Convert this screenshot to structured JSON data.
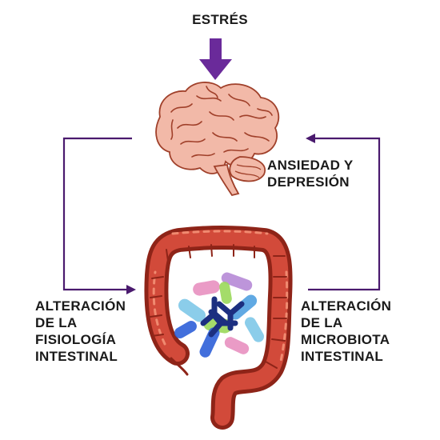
{
  "labels": {
    "stress": "ESTRÉS",
    "anxiety": [
      "ANSIEDAD Y",
      "DEPRESIÓN"
    ],
    "gut_physiology": [
      "ALTERACIÓN",
      "DE LA",
      "FISIOLOGÍA",
      "INTESTINAL"
    ],
    "gut_microbiota": [
      "ALTERACIÓN",
      "DE LA",
      "MICROBIOTA",
      "INTESTINAL"
    ]
  },
  "colors": {
    "arrow": "#4a1a6e",
    "stress_arrow": "#6a2a9a",
    "brain_fill": "#f2b9a8",
    "brain_line": "#a0402a",
    "intestine_fill": "#d24a3a",
    "intestine_dark": "#8e2418",
    "intestine_highlight": "#f08a70",
    "bacteria": [
      "#2e5fd8",
      "#1c2f80",
      "#b68ad6",
      "#e890c0",
      "#7ec8e8",
      "#9ad85a",
      "#4fa0e0"
    ]
  },
  "icons": {
    "stress_arrow": "down-arrow-icon",
    "brain": "brain-icon",
    "intestine": "large-intestine-icon",
    "microbiota": "bacteria-cluster-icon"
  }
}
